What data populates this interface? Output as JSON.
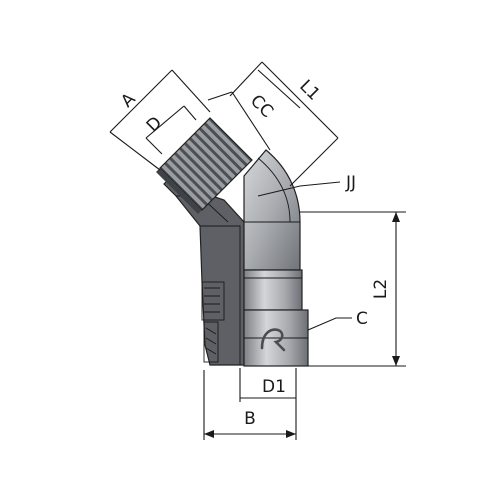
{
  "labels": {
    "a": "A",
    "d": "D",
    "cc": "CC",
    "l1": "L1",
    "jj": "JJ",
    "l2": "L2",
    "c": "C",
    "d1": "D1",
    "b": "B"
  },
  "colors": {
    "section_fill": "#5e6066",
    "body_light": "#c9cbcf",
    "body_mid": "#9fa2a7",
    "body_dark": "#6f7277",
    "line": "#1a1a1a"
  },
  "icon": "r-logo-icon"
}
